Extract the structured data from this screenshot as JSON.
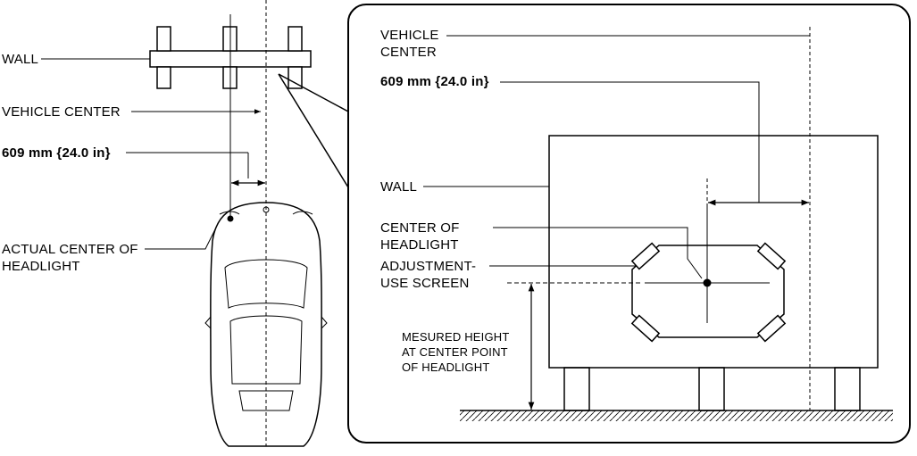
{
  "left": {
    "wall": "WALL",
    "vehicle_center": "VEHICLE CENTER",
    "distance": "609 mm {24.0 in}",
    "actual_center_line1": "ACTUAL CENTER OF",
    "actual_center_line2": "HEADLIGHT"
  },
  "detail": {
    "vehicle_center_line1": "VEHICLE",
    "vehicle_center_line2": "CENTER",
    "distance": "609 mm {24.0 in}",
    "wall": "WALL",
    "center_of_headlight_line1": "CENTER OF",
    "center_of_headlight_line2": "HEADLIGHT",
    "screen_line1": "ADJUSTMENT-",
    "screen_line2": "USE SCREEN",
    "height_line1": "MESURED HEIGHT",
    "height_line2": "AT CENTER POINT",
    "height_line3": "OF HEADLIGHT"
  }
}
